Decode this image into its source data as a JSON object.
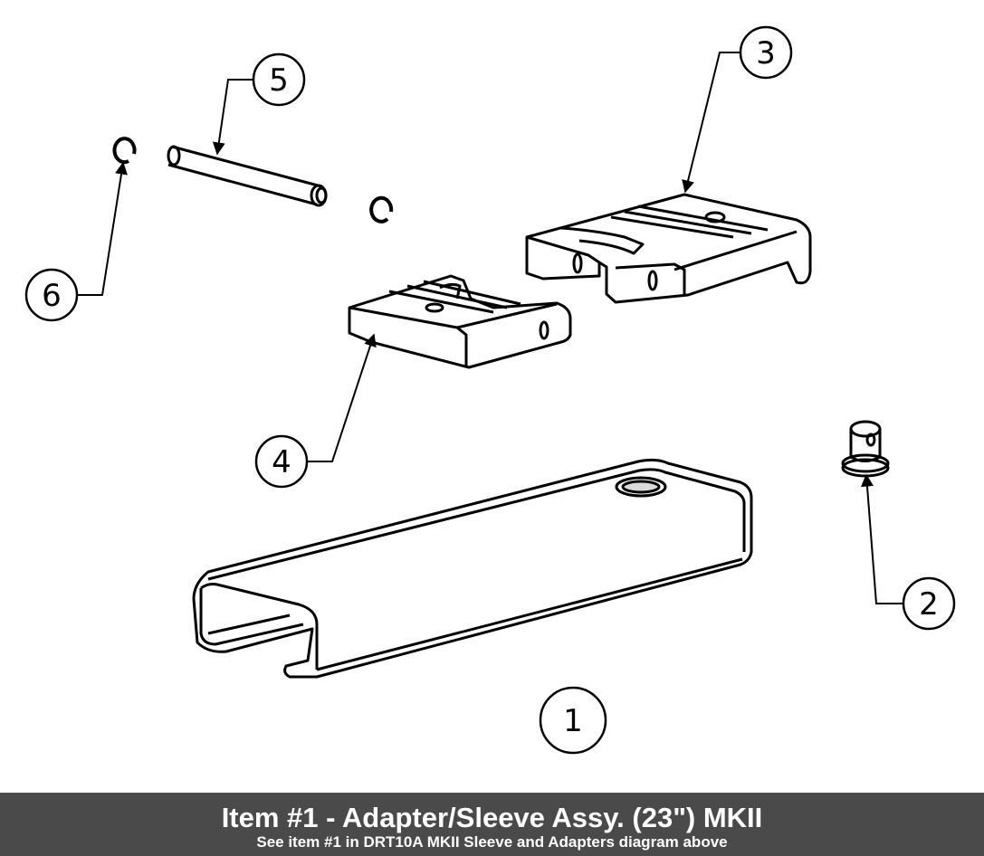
{
  "callouts": [
    {
      "id": "1",
      "label": "1"
    },
    {
      "id": "2",
      "label": "2"
    },
    {
      "id": "3",
      "label": "3"
    },
    {
      "id": "4",
      "label": "4"
    },
    {
      "id": "5",
      "label": "5"
    },
    {
      "id": "6",
      "label": "6"
    }
  ],
  "caption": {
    "title": "Item #1 - Adapter/Sleeve Assy. (23\") MKII",
    "subtitle": "See item #1 in DRT10A MKII Sleeve and Adapters diagram above"
  },
  "colors": {
    "line": "#000000",
    "caption_bg": "#4a4a4a",
    "caption_text": "#ffffff"
  }
}
